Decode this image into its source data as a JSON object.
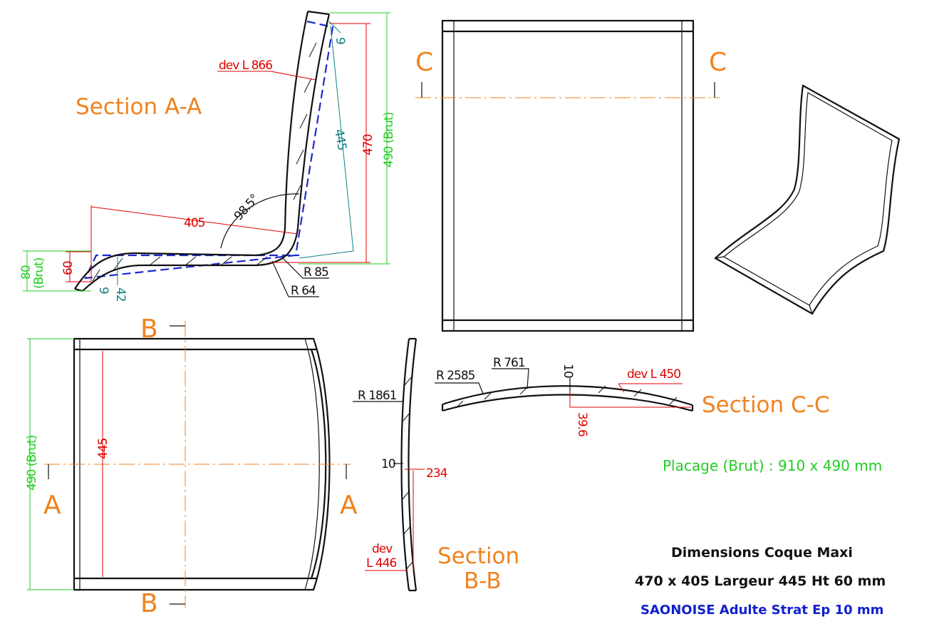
{
  "section_a": {
    "title": "Section A-A",
    "letter_left": "A",
    "letter_right": "A"
  },
  "section_b": {
    "title_line1": "Section",
    "title_line2": "B-B",
    "letter_top": "B",
    "letter_bottom": "B"
  },
  "section_c": {
    "title": "Section C-C",
    "letter_left": "C",
    "letter_right": "C"
  },
  "dims_a": {
    "dev_l": "dev L 866",
    "h_470": "470",
    "h_490": "490 (Brut)",
    "d_445": "445",
    "d_9_top": "9",
    "l_405": "405",
    "angle": "98.5°",
    "r85": "R 85",
    "r64": "R 64",
    "h_80": "80",
    "brut": "(Brut)",
    "h_60": "60",
    "d_9_bottom": "9",
    "d_42": "42"
  },
  "dims_front": {
    "h_490": "490 (Brut)",
    "h_445": "445"
  },
  "dims_b": {
    "r1861": "R 1861",
    "t10": "10",
    "d234": "234",
    "dev1": "dev",
    "dev2": "L 446"
  },
  "dims_c": {
    "r2585": "R 2585",
    "r761": "R 761",
    "t10": "10",
    "dev": "dev L 450",
    "d396": "39.6"
  },
  "placage": "Placage (Brut) : 910 x 490 mm",
  "info": {
    "line1": "Dimensions Coque Maxi",
    "line2": "470 x 405 Largeur 445 Ht 60 mm",
    "line3": "SAONOISE Adulte Strat Ep 10 mm"
  },
  "colors": {
    "section_labels": "#f0821e",
    "dimension_red": "#e00000",
    "dimension_green": "#22cc22",
    "dimension_teal": "#108080",
    "reference_blue": "#1a2acc",
    "info_blue": "#1020d0"
  }
}
